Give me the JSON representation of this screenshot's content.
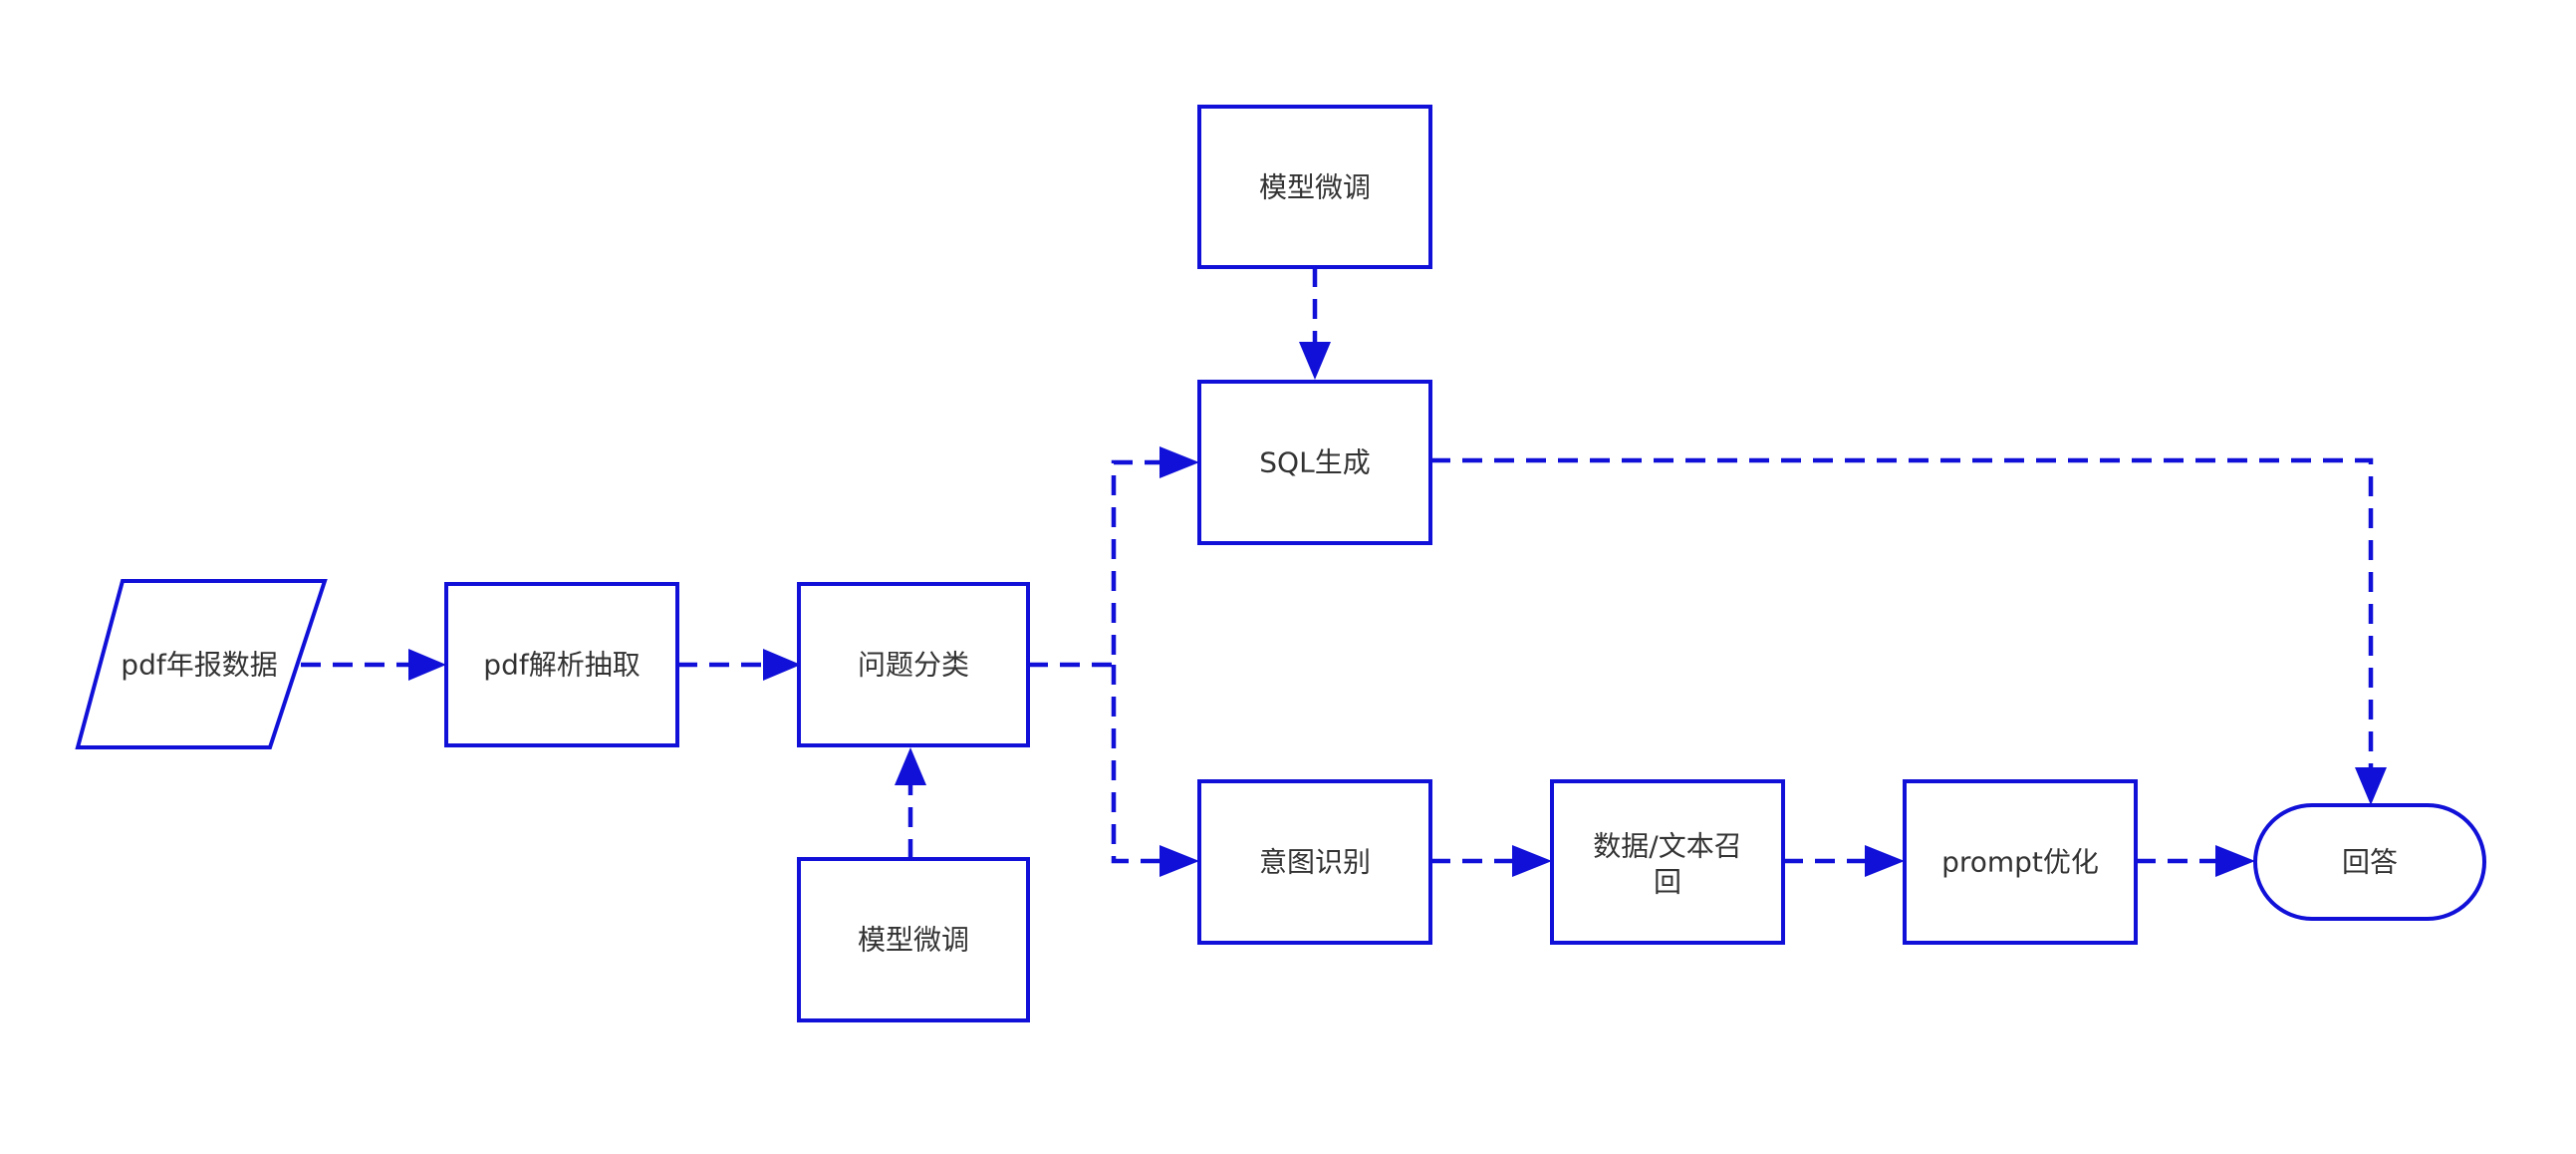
{
  "diagram": {
    "colors": {
      "stroke": "#1010d8",
      "text": "#333333",
      "background": "#ffffff"
    },
    "nodes": {
      "pdf_data": {
        "shape": "parallelogram",
        "label": "pdf年报数据"
      },
      "pdf_parse": {
        "shape": "rectangle",
        "label": "pdf解析抽取"
      },
      "question_classify": {
        "shape": "rectangle",
        "label": "问题分类"
      },
      "finetune_bottom": {
        "shape": "rectangle",
        "label": "模型微调"
      },
      "finetune_top": {
        "shape": "rectangle",
        "label": "模型微调"
      },
      "sql_gen": {
        "shape": "rectangle",
        "label": "SQL生成"
      },
      "intent": {
        "shape": "rectangle",
        "label": "意图识别"
      },
      "recall": {
        "shape": "rectangle",
        "label_line1": "数据/文本召",
        "label_line2": "回"
      },
      "prompt_opt": {
        "shape": "rectangle",
        "label": "prompt优化"
      },
      "answer": {
        "shape": "terminator",
        "label": "回答"
      }
    },
    "edges": [
      {
        "from": "pdf_data",
        "to": "pdf_parse",
        "style": "dashed"
      },
      {
        "from": "pdf_parse",
        "to": "question_classify",
        "style": "dashed"
      },
      {
        "from": "finetune_bottom",
        "to": "question_classify",
        "style": "dashed"
      },
      {
        "from": "question_classify",
        "to": "sql_gen",
        "style": "dashed"
      },
      {
        "from": "question_classify",
        "to": "intent",
        "style": "dashed"
      },
      {
        "from": "finetune_top",
        "to": "sql_gen",
        "style": "dashed"
      },
      {
        "from": "sql_gen",
        "to": "answer",
        "style": "dashed"
      },
      {
        "from": "intent",
        "to": "recall",
        "style": "dashed"
      },
      {
        "from": "recall",
        "to": "prompt_opt",
        "style": "dashed"
      },
      {
        "from": "prompt_opt",
        "to": "answer",
        "style": "dashed"
      }
    ]
  }
}
